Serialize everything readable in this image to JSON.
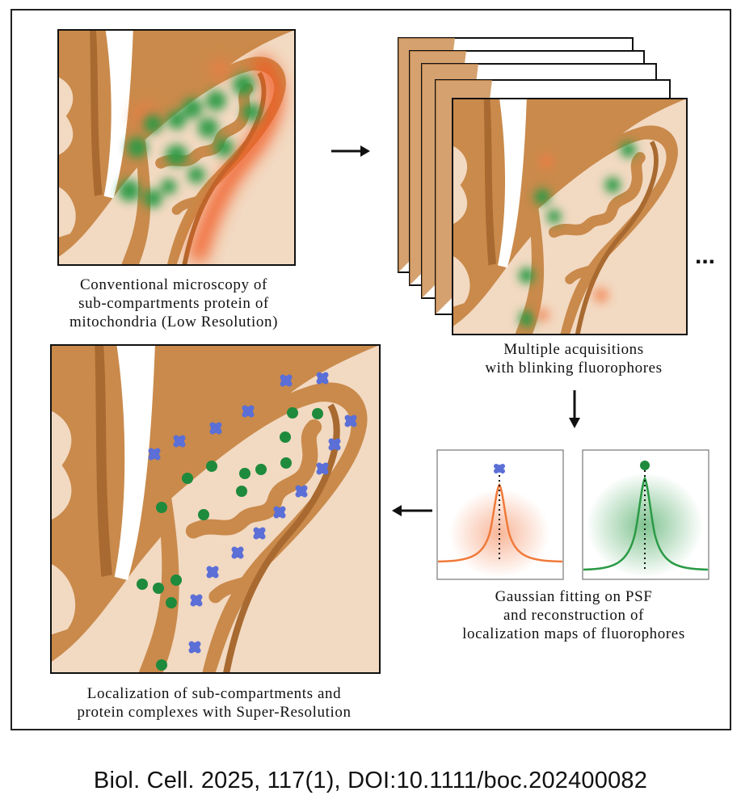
{
  "captions": {
    "conventional": [
      "Conventional microscopy of",
      "sub-compartments protein of",
      "mitochondria (Low Resolution)"
    ],
    "acquisitions": [
      "Multiple acquisitions",
      "with blinking fluorophores"
    ],
    "gaussian": [
      "Gaussian fitting on PSF",
      "and reconstruction of",
      "localization maps of fluorophores"
    ],
    "localization": [
      "Localization of sub-compartments and",
      "protein complexes with Super-Resolution"
    ]
  },
  "ellipsis": "...",
  "citation": "Biol. Cell. 2025, 117(1), DOI:10.1111/boc.202400082",
  "colors": {
    "membrane": "#c98a4b",
    "membrane_dark": "#a86a30",
    "matrix": "#f2d9c2",
    "green_marker": "#1e8a3c",
    "blue_marker": "#5b6fd6",
    "orange_curve": "#f07a3a",
    "green_curve": "#2a9a45"
  }
}
